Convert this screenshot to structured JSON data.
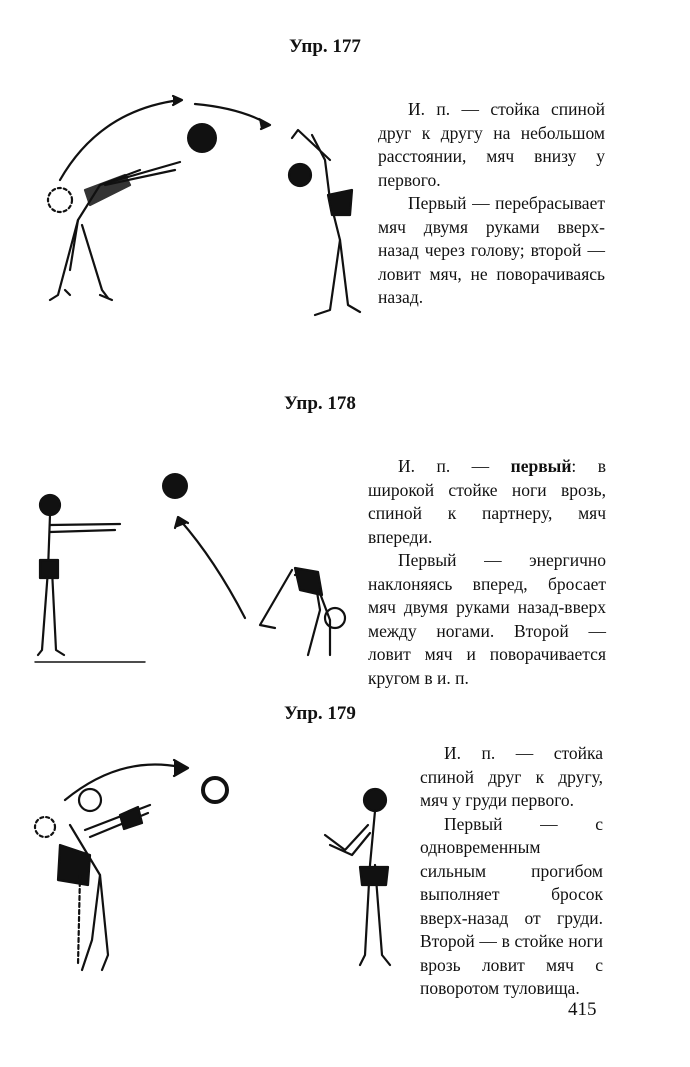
{
  "exercises": [
    {
      "title": "Упр. 177",
      "paragraph1": "И. п. — стойка спиной друг к другу на небольшом расстоянии, мяч внизу у первого.",
      "paragraph2": "Первый — перебрасывает мяч двумя руками вверх-назад через голову; второй — ловит мяч, не поворачиваясь назад."
    },
    {
      "title": "Упр. 178",
      "paragraph1_lead": "И. п. — ",
      "paragraph1_bold": "первый",
      "paragraph1_rest": ": в широкой стойке ноги врозь, спиной к партнеру, мяч впереди.",
      "paragraph2": "Первый — энергично наклоняясь вперед, бросает мяч двумя руками назад-вверх между ногами. Второй — ловит мяч и поворачивается кругом в и. п."
    },
    {
      "title": "Упр. 179",
      "paragraph1": "И. п. — стойка спиной друг к другу, мяч у груди первого.",
      "paragraph2": "Первый — с одновременным сильным прогибом выполняет бросок вверх-назад от груди. Второй — в стойке ноги врозь ловит мяч с поворотом туловища."
    }
  ],
  "page_number": "415",
  "icons": {
    "fig177": "two-figures-ball-overhead-throw",
    "fig178": "two-figures-ball-between-legs-throw",
    "fig179": "two-figures-ball-chest-throw"
  },
  "colors": {
    "ink": "#111111",
    "paper": "#ffffff"
  }
}
